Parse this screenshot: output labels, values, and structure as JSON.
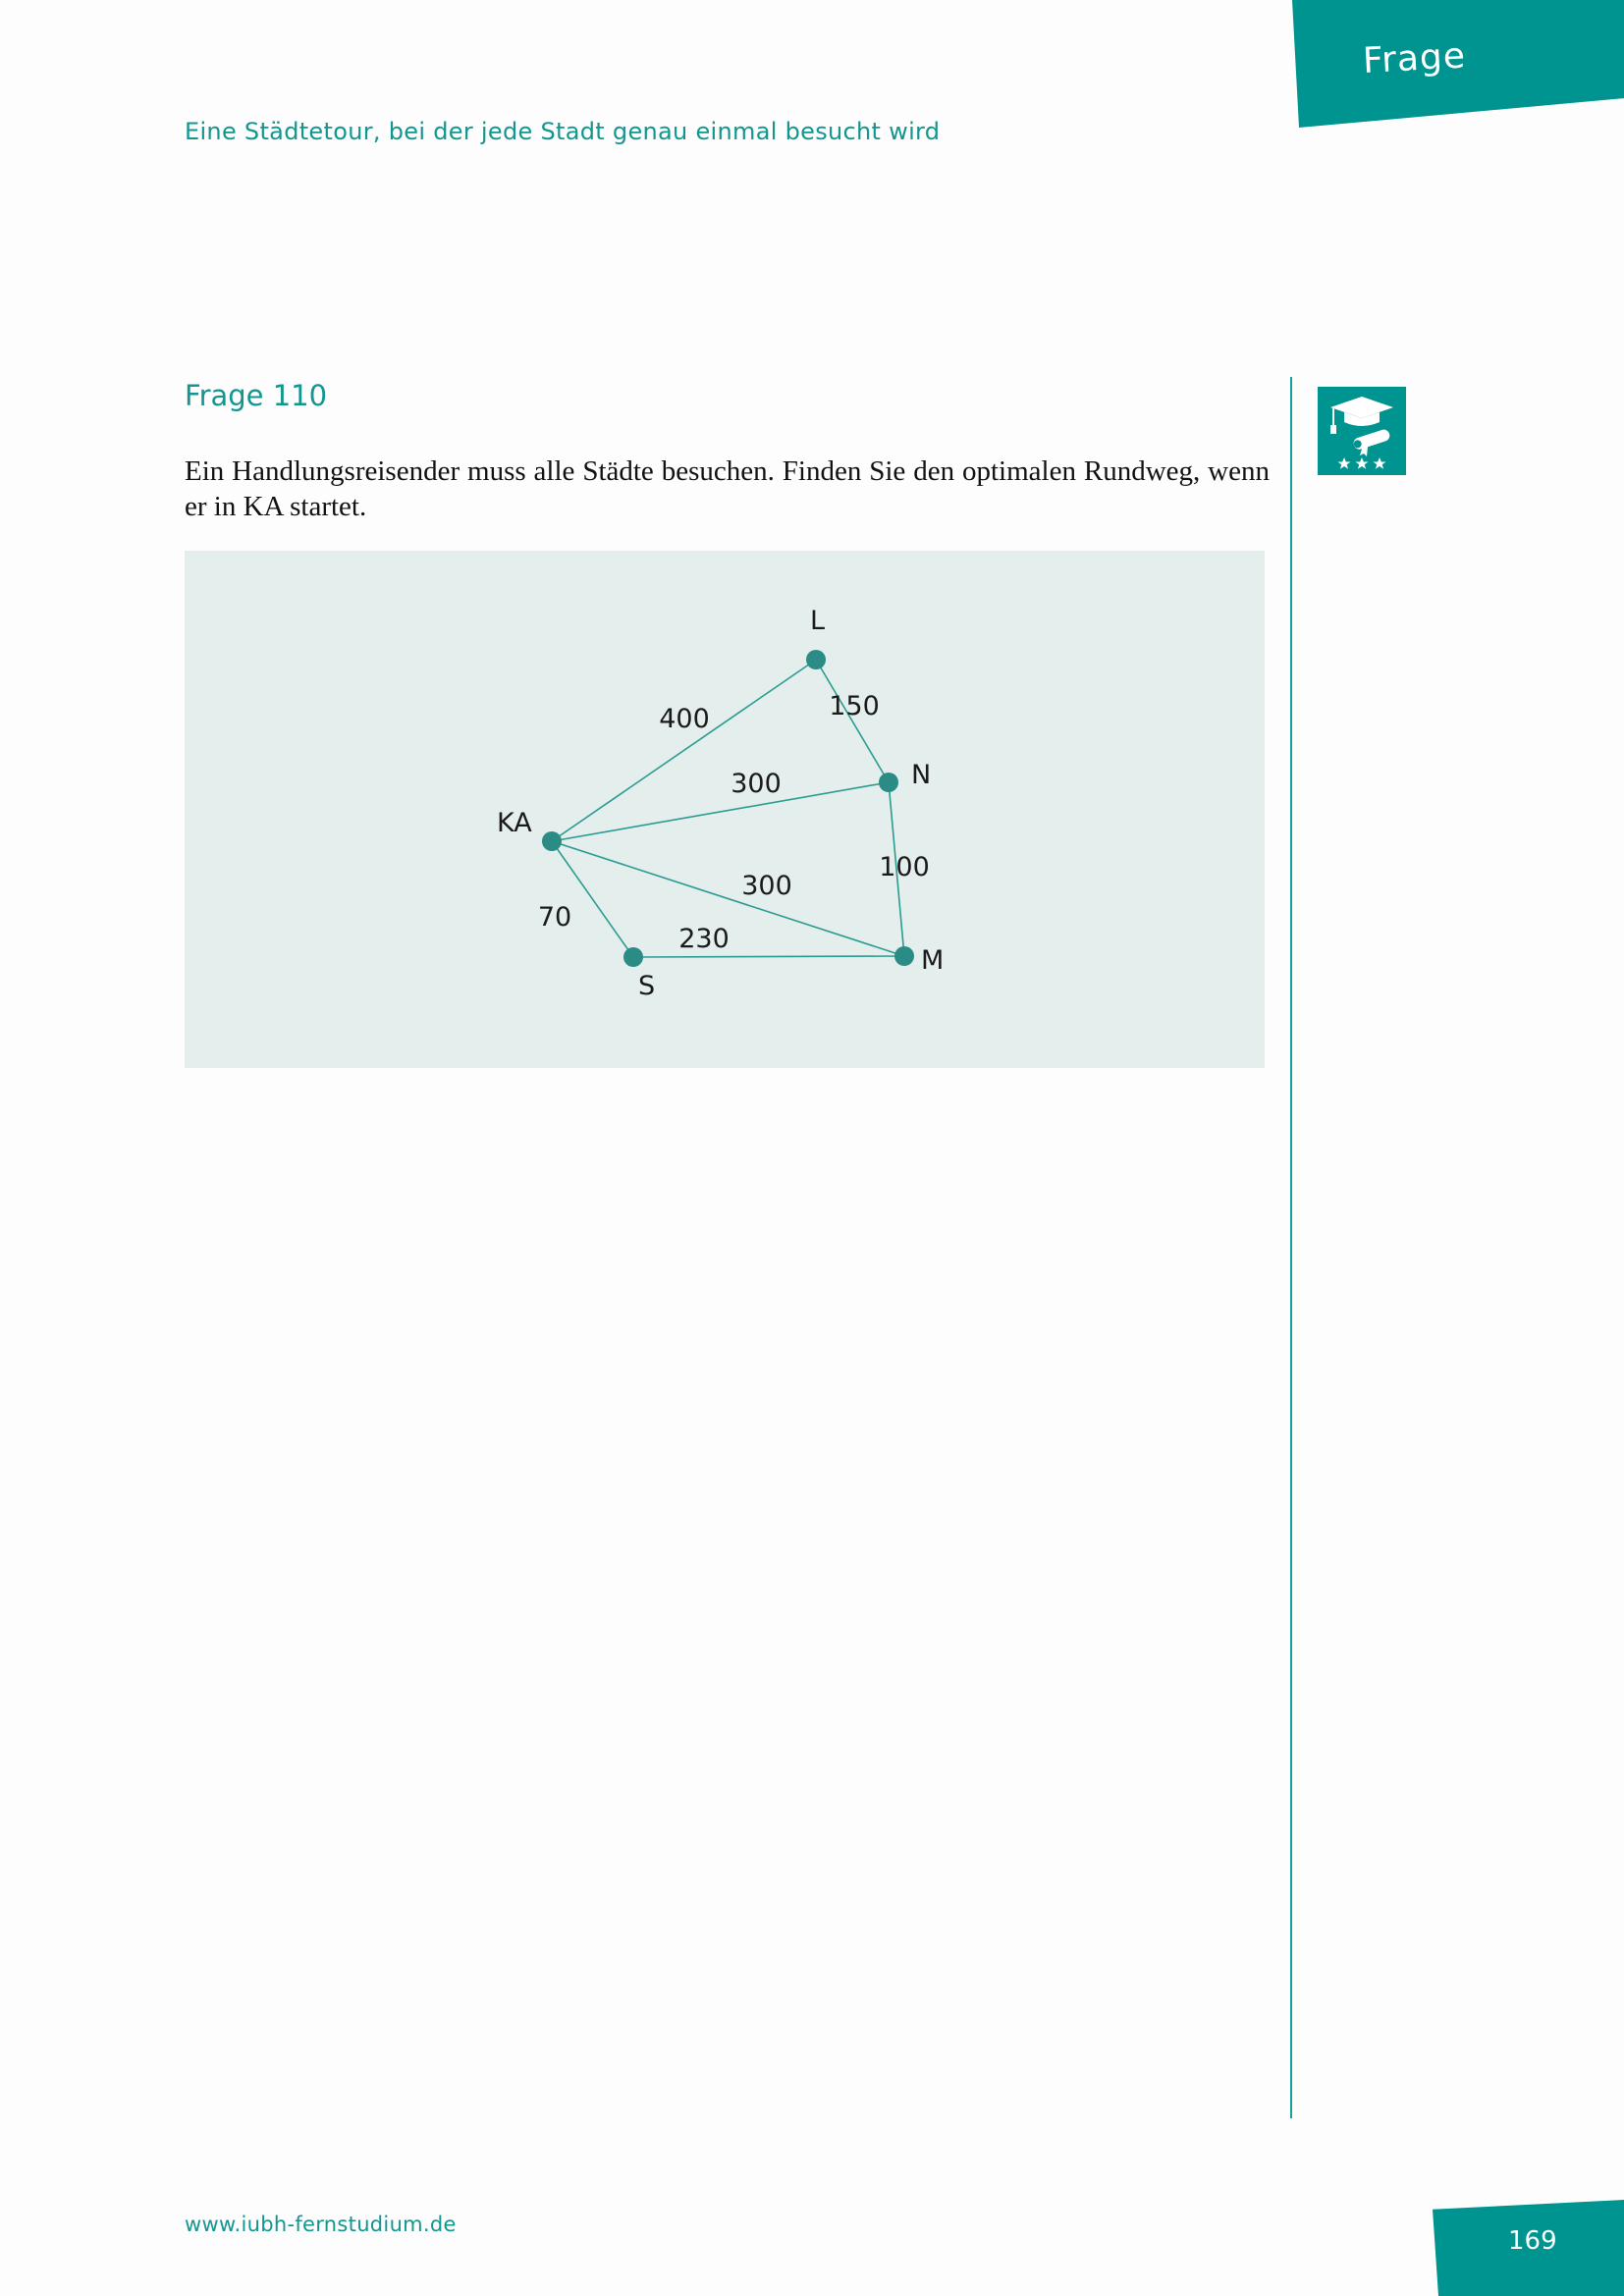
{
  "tab": {
    "label": "Frage"
  },
  "header": {
    "running_title": "Eine Städtetour, bei der jede Stadt genau einmal besucht wird"
  },
  "question": {
    "title": "Frage 110",
    "text": "Ein Handlungsreisender muss alle Städte besuchen. Finden Sie den optimalen Rundweg, wenn er in KA startet."
  },
  "graph": {
    "nodes": [
      {
        "id": "L",
        "label": "L"
      },
      {
        "id": "N",
        "label": "N"
      },
      {
        "id": "KA",
        "label": "KA"
      },
      {
        "id": "S",
        "label": "S"
      },
      {
        "id": "M",
        "label": "M"
      }
    ],
    "edges": [
      {
        "from": "KA",
        "to": "L",
        "weight": "400"
      },
      {
        "from": "L",
        "to": "N",
        "weight": "150"
      },
      {
        "from": "KA",
        "to": "N",
        "weight": "300"
      },
      {
        "from": "KA",
        "to": "M",
        "weight": "300"
      },
      {
        "from": "N",
        "to": "M",
        "weight": "100"
      },
      {
        "from": "KA",
        "to": "S",
        "weight": "70"
      },
      {
        "from": "S",
        "to": "M",
        "weight": "230"
      }
    ]
  },
  "footer": {
    "url": "www.iubh-fernstudium.de",
    "page_number": "169"
  },
  "colors": {
    "accent": "#009491",
    "node": "#2a8c84",
    "edge": "#2a9b90",
    "figure_bg": "#e4eeec"
  },
  "icons": {
    "badge": "graduation-cap-diploma-three-stars-icon"
  }
}
